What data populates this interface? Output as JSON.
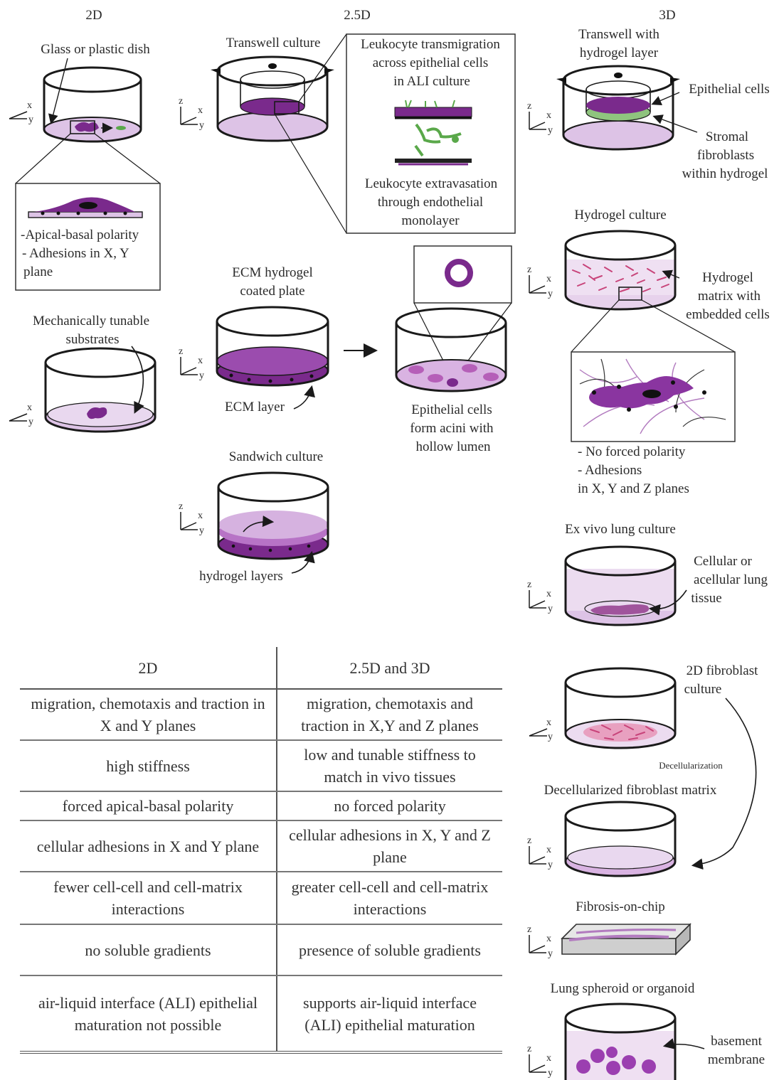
{
  "headers": {
    "h2d": "2D",
    "h25d": "2.5D",
    "h3d": "3D"
  },
  "labels": {
    "glass_dish": "Glass or plastic dish",
    "polarity_1": "-Apical-basal polarity",
    "polarity_2": "- Adhesions in X, Y",
    "polarity_3": "plane",
    "mech_1": "Mechanically tunable",
    "mech_2": "substrates",
    "transwell": "Transwell culture",
    "leuko_1": "Leukocyte transmigration",
    "leuko_2": "across epithelial cells",
    "leuko_3": "in ALI culture",
    "extra_1": "Leukocyte extravasation",
    "extra_2": "through endothelial",
    "extra_3": "monolayer",
    "ecm_1": "ECM hydrogel",
    "ecm_2": "coated plate",
    "ecm_layer": "ECM layer",
    "acini_1": "Epithelial cells",
    "acini_2": "form acini with",
    "acini_3": "hollow lumen",
    "sandwich": "Sandwich culture",
    "hydrogel_layers": "hydrogel layers",
    "tw_hydro_1": "Transwell with",
    "tw_hydro_2": "hydrogel layer",
    "epithelial": "Epithelial cells",
    "stromal_1": "Stromal",
    "stromal_2": "fibroblasts",
    "stromal_3": "within hydrogel",
    "hydrogel_culture": "Hydrogel culture",
    "matrix_1": "Hydrogel",
    "matrix_2": "matrix with",
    "matrix_3": "embedded cells",
    "nopol_1": "- No forced polarity",
    "nopol_2": "- Adhesions",
    "nopol_3": "in X, Y and Z planes",
    "exvivo": "Ex vivo lung culture",
    "tissue_1": "Cellular or",
    "tissue_2": "acellular lung",
    "tissue_3": "tissue",
    "fib2d_1": "2D fibroblast",
    "fib2d_2": "culture",
    "decell": "Decellularization",
    "decell_matrix": "Decellularized fibroblast matrix",
    "chip": "Fibrosis-on-chip",
    "spheroid": "Lung spheroid or organoid",
    "bm_1": "basement",
    "bm_2": "membrane"
  },
  "axes": {
    "x": "x",
    "y": "y",
    "z": "z"
  },
  "colors": {
    "cell_purple": "#7a2a8c",
    "light_purple": "#ddc3e6",
    "mid_purple": "#b77fc8",
    "green": "#5aa84a",
    "pink": "#c8447a"
  },
  "table": {
    "headers": [
      "2D",
      "2.5D and 3D"
    ],
    "rows": [
      {
        "left": "migration, chemotaxis and traction in X and Y planes",
        "right": "migration, chemotaxis and traction in X,Y and Z planes"
      },
      {
        "left": "high stiffness",
        "right": "low and tunable stiffness to match in vivo tissues"
      },
      {
        "left": "forced apical-basal polarity",
        "right": "no forced polarity"
      },
      {
        "left": "cellular adhesions in X and Y plane",
        "right": "cellular adhesions in X, Y and Z plane"
      },
      {
        "left": "fewer cell-cell and cell-matrix interactions",
        "right": "greater cell-cell and cell-matrix interactions"
      },
      {
        "left": "no soluble gradients",
        "right": "presence of soluble gradients"
      },
      {
        "left": "air-liquid interface (ALI) epithelial maturation not possible",
        "right": "supports air-liquid interface (ALI) epithelial maturation"
      }
    ]
  }
}
